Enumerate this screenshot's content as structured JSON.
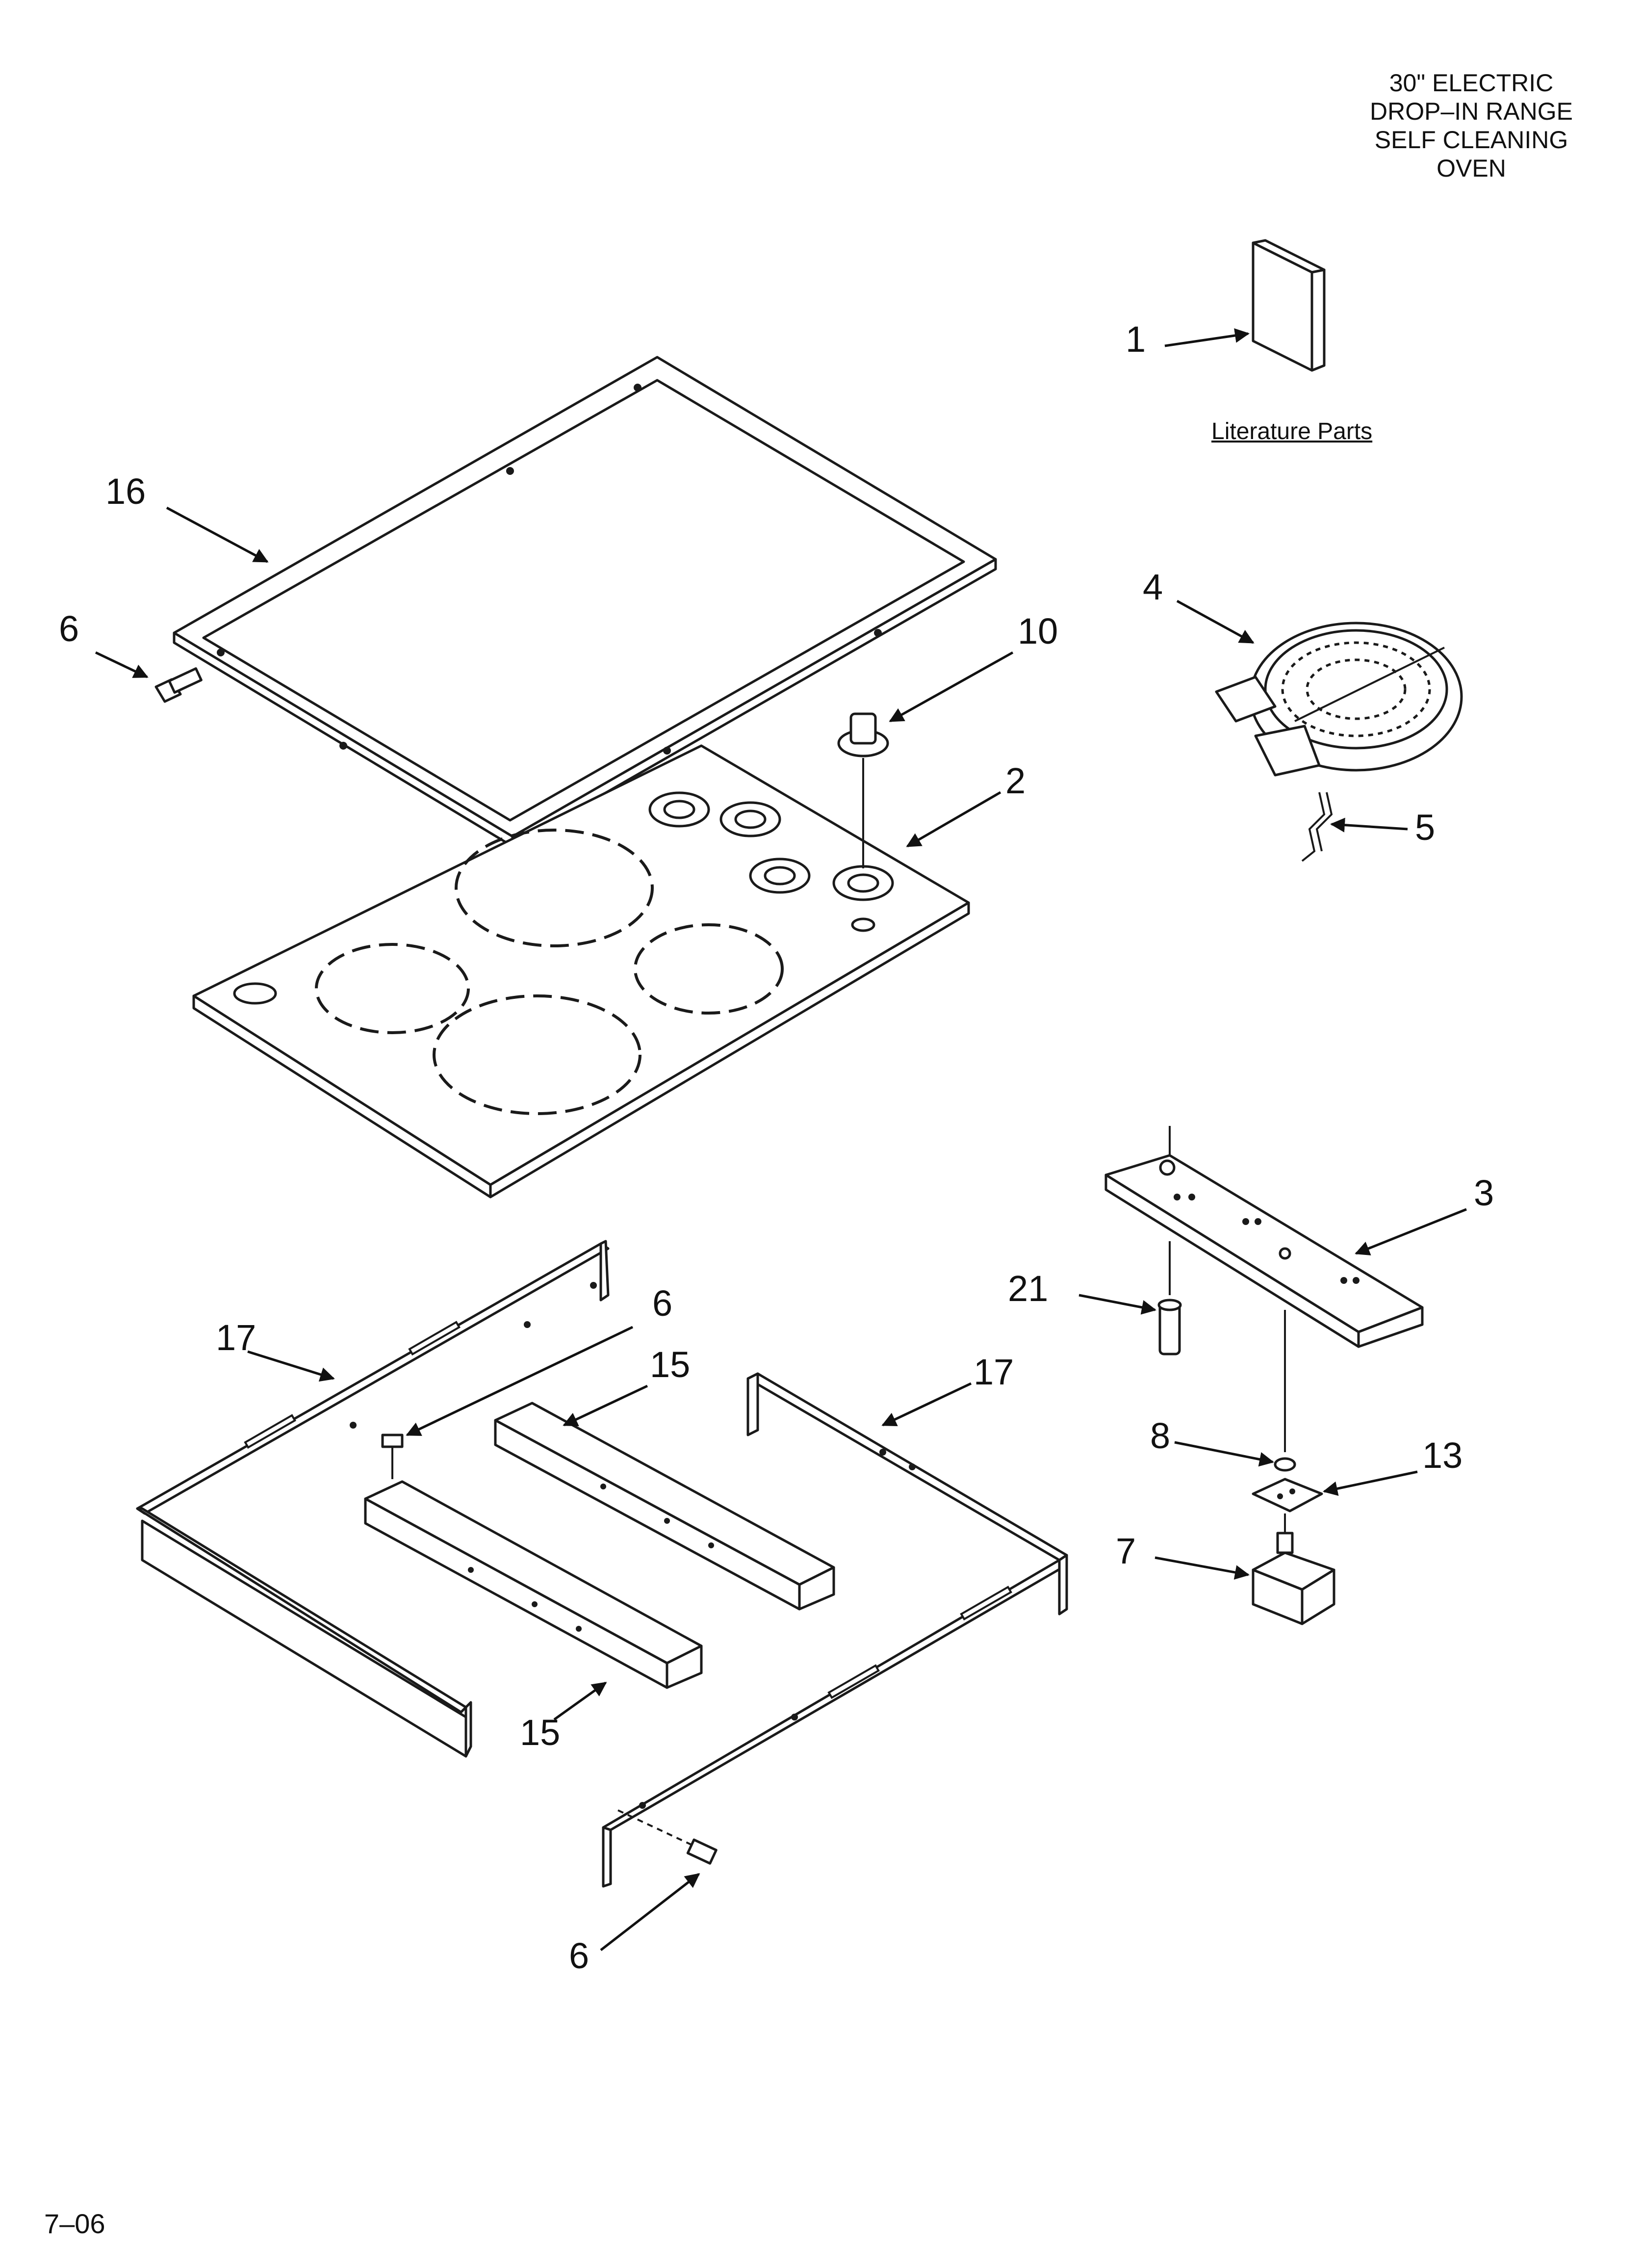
{
  "header": {
    "title_lines": [
      "30\" ELECTRIC",
      "DROP–IN RANGE",
      "SELF CLEANING",
      "OVEN"
    ]
  },
  "literature_label": "Literature Parts",
  "footer": {
    "code": "7–06"
  },
  "callouts": {
    "c1": "1",
    "c2": "2",
    "c3": "3",
    "c4": "4",
    "c5": "5",
    "c6a": "6",
    "c6b": "6",
    "c6c": "6",
    "c7": "7",
    "c8": "8",
    "c10": "10",
    "c13": "13",
    "c15a": "15",
    "c15b": "15",
    "c16": "16",
    "c17a": "17",
    "c17b": "17",
    "c21": "21"
  }
}
